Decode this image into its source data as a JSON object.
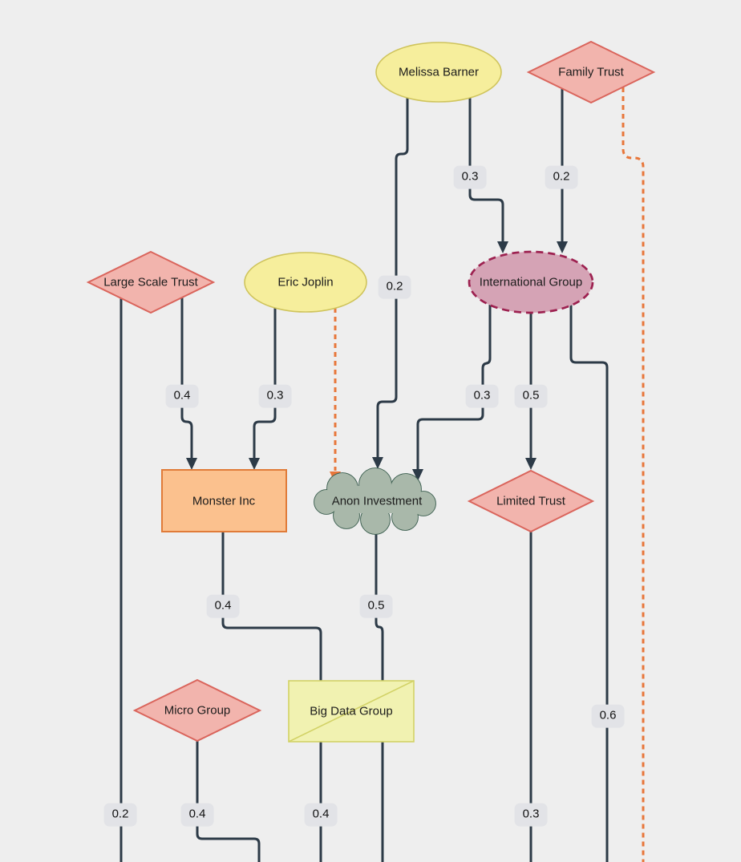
{
  "diagram": {
    "background": "#eeeeee",
    "edge_color": "#2c3a47",
    "dashed_edge_color": "#e8763a",
    "edge_label_bg": "#e2e3e7"
  },
  "nodes": {
    "melissa_barner": {
      "label": "Melissa Barner",
      "shape": "ellipse",
      "fill": "#f6ee9c",
      "stroke": "#cfc45c"
    },
    "family_trust": {
      "label": "Family Trust",
      "shape": "diamond",
      "fill": "#f2b4ad",
      "stroke": "#da655c"
    },
    "large_scale_trust": {
      "label": "Large Scale Trust",
      "shape": "diamond",
      "fill": "#f2b4ad",
      "stroke": "#da655c"
    },
    "eric_joplin": {
      "label": "Eric Joplin",
      "shape": "ellipse",
      "fill": "#f6ee9c",
      "stroke": "#cfc45c"
    },
    "international_group": {
      "label": "International Group",
      "shape": "dashed-ellipse",
      "fill": "#d5a3b5",
      "stroke": "#9d2150"
    },
    "monster_inc": {
      "label": "Monster Inc",
      "shape": "rect",
      "fill": "#fbc18e",
      "stroke": "#e07b39"
    },
    "anon_investment": {
      "label": "Anon Investment",
      "shape": "cloud",
      "fill": "#a9b8aa",
      "stroke": "#3c5f50"
    },
    "limited_trust": {
      "label": "Limited Trust",
      "shape": "diamond",
      "fill": "#f2b4ad",
      "stroke": "#da655c"
    },
    "micro_group": {
      "label": "Micro Group",
      "shape": "diamond",
      "fill": "#f2b4ad",
      "stroke": "#da655c"
    },
    "big_data_group": {
      "label": "Big Data Group",
      "shape": "rect-diagonal",
      "fill": "#f1f2b1",
      "stroke": "#d2d266"
    }
  },
  "edge_labels": [
    {
      "text": "0.3"
    },
    {
      "text": "0.2"
    },
    {
      "text": "0.2"
    },
    {
      "text": "0.4"
    },
    {
      "text": "0.3"
    },
    {
      "text": "0.3"
    },
    {
      "text": "0.5"
    },
    {
      "text": "0.4"
    },
    {
      "text": "0.5"
    },
    {
      "text": "0.6"
    },
    {
      "text": "0.2"
    },
    {
      "text": "0.4"
    },
    {
      "text": "0.4"
    },
    {
      "text": "0.3"
    }
  ],
  "edges": [
    {
      "from": "melissa_barner",
      "to": "anon_investment",
      "label": "0.2",
      "style": "solid-arrow"
    },
    {
      "from": "melissa_barner",
      "to": "international_group",
      "label": "0.3",
      "style": "solid-arrow"
    },
    {
      "from": "family_trust",
      "to": "international_group",
      "label": "0.2",
      "style": "solid-arrow"
    },
    {
      "from": "family_trust",
      "to": "offscreen-bottom",
      "label": null,
      "style": "dashed"
    },
    {
      "from": "large_scale_trust",
      "to": "monster_inc",
      "label": "0.4",
      "style": "solid-arrow"
    },
    {
      "from": "large_scale_trust",
      "to": "offscreen-bottom",
      "label": "0.2",
      "style": "solid"
    },
    {
      "from": "eric_joplin",
      "to": "monster_inc",
      "label": "0.3",
      "style": "solid-arrow"
    },
    {
      "from": "eric_joplin",
      "to": "anon_investment",
      "label": null,
      "style": "dashed-arrow"
    },
    {
      "from": "international_group",
      "to": "anon_investment",
      "label": "0.3",
      "style": "solid-arrow"
    },
    {
      "from": "international_group",
      "to": "limited_trust",
      "label": "0.5",
      "style": "solid-arrow"
    },
    {
      "from": "international_group",
      "to": "offscreen-bottom",
      "label": "0.6",
      "style": "solid"
    },
    {
      "from": "monster_inc",
      "to": "big_data_group",
      "label": "0.4",
      "style": "solid"
    },
    {
      "from": "anon_investment",
      "to": "big_data_group",
      "label": "0.5",
      "style": "solid"
    },
    {
      "from": "big_data_group",
      "to": "offscreen-bottom",
      "label": "0.4",
      "style": "solid"
    },
    {
      "from": "big_data_group",
      "to": "offscreen-bottom",
      "label": null,
      "style": "solid"
    },
    {
      "from": "micro_group",
      "to": "offscreen-bottom",
      "label": "0.4",
      "style": "solid"
    },
    {
      "from": "limited_trust",
      "to": "offscreen-bottom",
      "label": "0.3",
      "style": "solid"
    }
  ]
}
